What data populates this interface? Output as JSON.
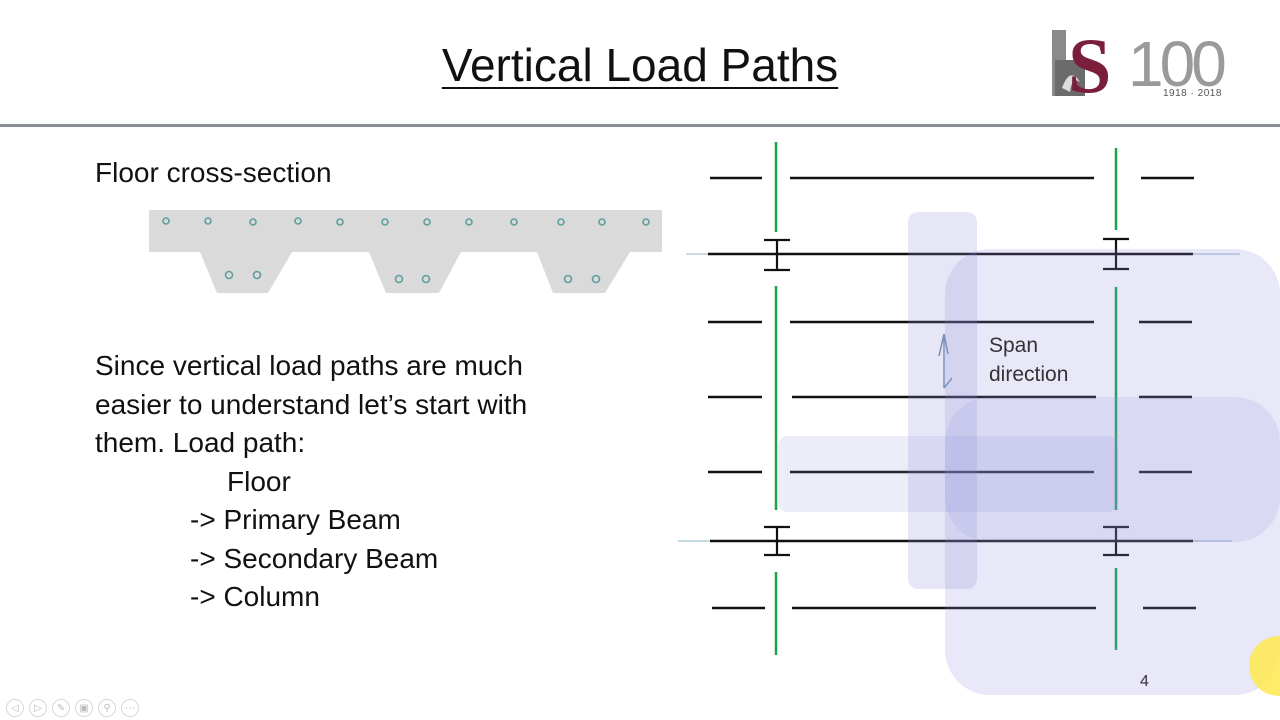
{
  "slide": {
    "title": "Vertical Load Paths",
    "subheading": "Floor cross-section",
    "body": {
      "line1": "Since vertical load paths are much",
      "line2": "easier to understand let’s start with",
      "line3": "them. Load path:",
      "path_floor": "Floor",
      "path_primary": "-> Primary Beam",
      "path_secondary": "-> Secondary Beam",
      "path_column": "-> Column"
    },
    "span_label_line1": "Span",
    "span_label_line2": "direction",
    "page_number": "4"
  },
  "logo": {
    "letters": "S100",
    "years": "1918 · 2018",
    "brand_color": "#7a1e3c"
  },
  "colors": {
    "column_green": "#1aa34a",
    "beam_black": "#111111",
    "highlight_lavender": "#8c8cdc",
    "slab_gray": "#dadada",
    "strand_teal": "#5f9ea0",
    "laser_yellow": "#ffe94d"
  },
  "toolbar": {
    "buttons": [
      {
        "icon": "prev-arrow-icon",
        "glyph": "◁"
      },
      {
        "icon": "next-arrow-icon",
        "glyph": "▷"
      },
      {
        "icon": "pen-icon",
        "glyph": "✎"
      },
      {
        "icon": "slides-icon",
        "glyph": "▣"
      },
      {
        "icon": "zoom-icon",
        "glyph": "⚲"
      },
      {
        "icon": "more-icon",
        "glyph": "⋯"
      }
    ]
  }
}
